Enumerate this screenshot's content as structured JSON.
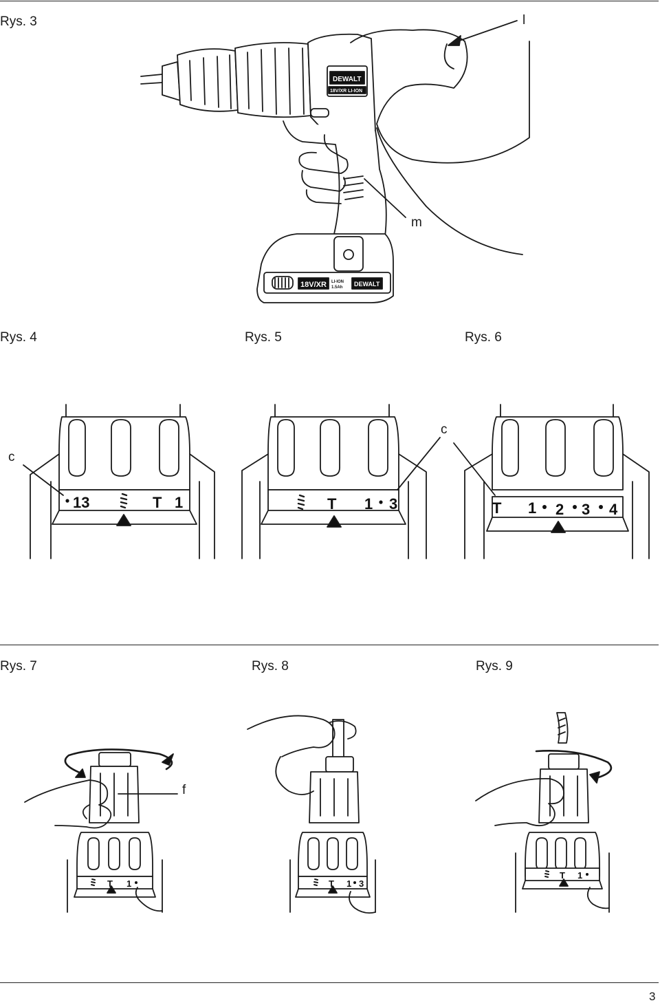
{
  "figures": {
    "fig3": {
      "caption": "Rys. 3",
      "callout_l": "l",
      "callout_m": "m",
      "brand": "DEWALT",
      "tool_badge": "18V/XR LI-ION",
      "battery_badge": "18V/XR",
      "battery_chem": "LI-ION",
      "battery_capacity": "1.5Ah",
      "battery_brand": "DEWALT"
    },
    "fig4": {
      "caption": "Rys. 4",
      "callout": "c",
      "dial": [
        "13",
        "T",
        "1"
      ]
    },
    "fig5": {
      "caption": "Rys. 5",
      "dial": [
        "T",
        "1",
        "3"
      ]
    },
    "fig6": {
      "caption": "Rys. 6",
      "callout": "c",
      "dial": [
        "T",
        "1",
        "2",
        "3",
        "4"
      ]
    },
    "fig7": {
      "caption": "Rys. 7",
      "callout": "f",
      "dial": [
        "T",
        "1"
      ]
    },
    "fig8": {
      "caption": "Rys. 8",
      "dial": [
        "T",
        "1",
        "3"
      ]
    },
    "fig9": {
      "caption": "Rys. 9",
      "dial": [
        "T",
        "1"
      ]
    }
  },
  "page_number": "3"
}
